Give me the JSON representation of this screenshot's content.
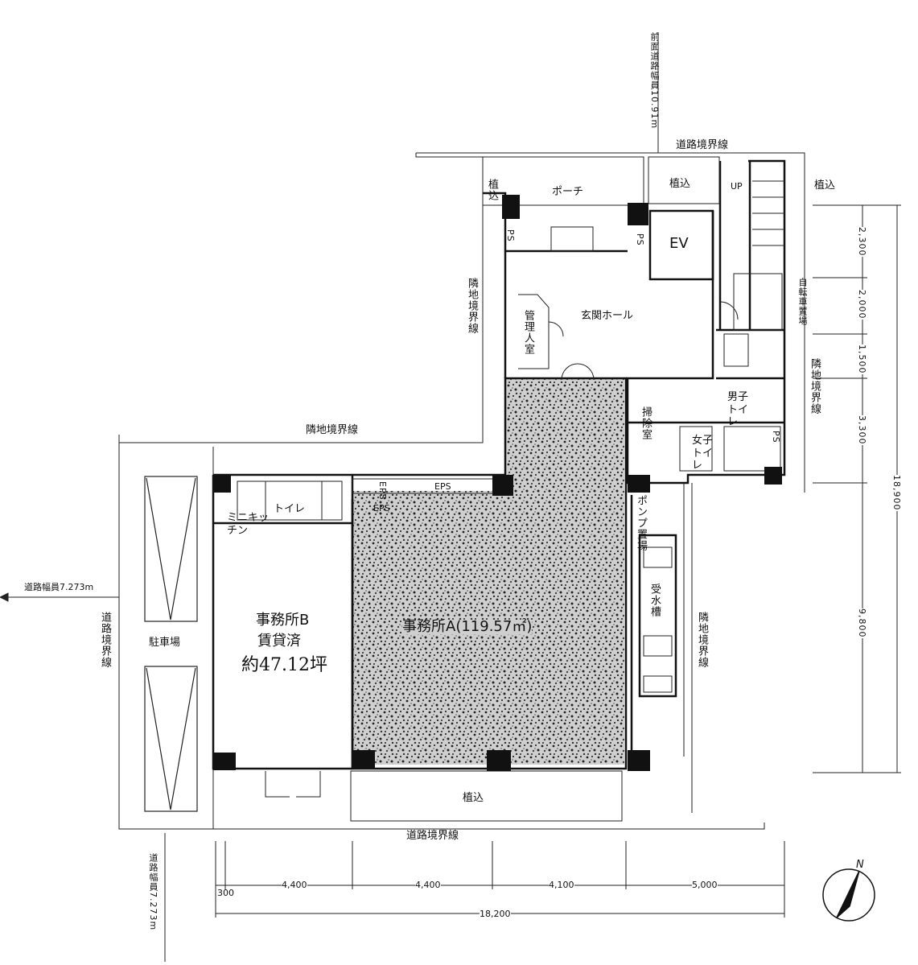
{
  "labels": {
    "front_road_width": "前面道路幅員10.91m",
    "road_boundary_top": "道路境界線",
    "planting_top_left": "植込",
    "porch": "ポーチ",
    "planting_top_mid": "植込",
    "up": "UP",
    "planting_top_right": "植込",
    "ps_left": "PS",
    "ps_ev": "PS",
    "ev": "EV",
    "entrance_hall": "玄関ホール",
    "manager_room": "管理人室",
    "neighbor_boundary_left": "隣地境界線",
    "bicycle_parking": "自転車置場",
    "neighbor_boundary_right": "隣地境界線",
    "cleaning_room": "掃除室",
    "mens_toilet": "男子トイレ",
    "womens_toilet": "女子トイレ",
    "ps_right": "PS",
    "neighbor_boundary_mid": "隣地境界線",
    "eps1": "EPS",
    "eps2": "EPS",
    "eps3": "EPS",
    "mini_kitchen": "ミニキッチン",
    "toilet_b": "トイレ",
    "pump_room": "ポンプ置場",
    "water_tank": "受水槽",
    "neighbor_boundary_lower": "隣地境界線",
    "road_width_left": "道路幅員7.273m",
    "road_boundary_left": "道路境界線",
    "parking": "駐車場",
    "office_b": "事務所B",
    "office_b_status": "賃貸済",
    "office_b_area": "約47.12坪",
    "office_a": "事務所A(119.57㎡)",
    "planting_bottom": "植込",
    "road_boundary_bottom": "道路境界線",
    "road_width_bottom_left": "道路幅員7.273m",
    "north": "N"
  },
  "dimensions": {
    "bottom": [
      "300",
      "4,400",
      "4,400",
      "4,100",
      "5,000"
    ],
    "bottom_total": "18,200",
    "right": [
      "2,300",
      "2,000",
      "1,500",
      "3,300",
      "9,800"
    ],
    "right_total": "18,900"
  }
}
